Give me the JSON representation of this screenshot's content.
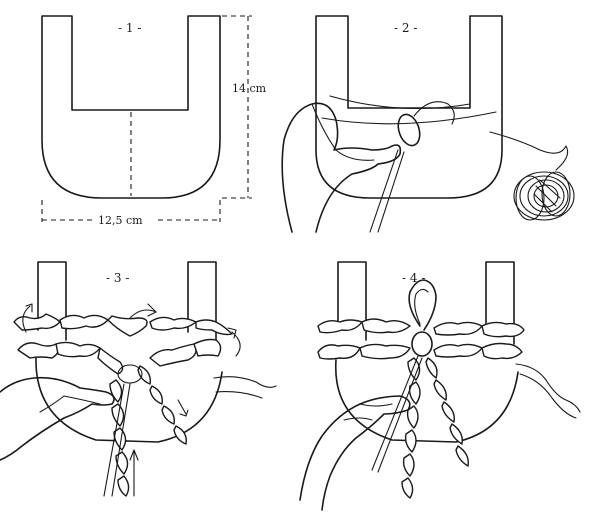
{
  "steps": [
    {
      "label": "- 1 -"
    },
    {
      "label": "- 2 -"
    },
    {
      "label": "- 3 -"
    },
    {
      "label": "- 4 -"
    }
  ],
  "dimensions": {
    "height": "14 cm",
    "width": "12,5 cm"
  }
}
